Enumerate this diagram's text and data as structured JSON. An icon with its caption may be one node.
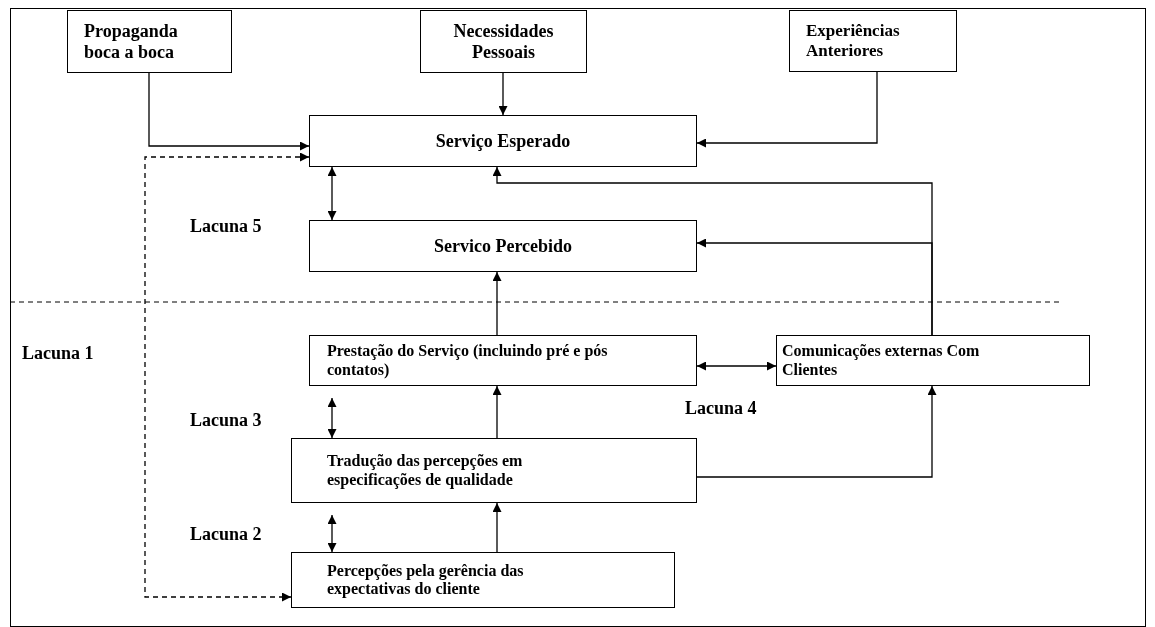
{
  "diagram": {
    "nodes": [
      {
        "text": [
          "Propaganda boca a boca"
        ]
      },
      {
        "text": [
          "Necessidades Pessoais"
        ]
      },
      {
        "text": [
          "Experiências Anteriores"
        ]
      },
      {
        "text": [
          "Serviço Esperado"
        ]
      },
      {
        "text": [
          "Servico Percebido"
        ]
      },
      {
        "text": [
          "Prestação do Serviço (incluindo pré e pós contatos)"
        ]
      },
      {
        "text": [
          "Comunicações externas Com Clientes"
        ]
      },
      {
        "text": [
          "Tradução das percepções em especificações de qualidade"
        ]
      },
      {
        "text": [
          "Percepções pela gerência das expectativas do cliente"
        ]
      }
    ],
    "edges": [
      {
        "from": 0,
        "to": 3,
        "arrow": "to"
      },
      {
        "from": 1,
        "to": 3,
        "arrow": "to"
      },
      {
        "from": 2,
        "to": 3,
        "arrow": "to"
      },
      {
        "from": 6,
        "to": 3,
        "arrow": "to"
      },
      {
        "from": 6,
        "to": 4,
        "arrow": "to"
      },
      {
        "from": 3,
        "to": 4,
        "arrow": "both"
      },
      {
        "from": 5,
        "to": 4,
        "arrow": "to"
      },
      {
        "from": 5,
        "to": 6,
        "arrow": "both"
      },
      {
        "from": 7,
        "to": 5,
        "arrow": "both"
      },
      {
        "from": 7,
        "to": 5,
        "arrow": "to"
      },
      {
        "from": 7,
        "to": 6,
        "arrow": "to"
      },
      {
        "from": 8,
        "to": 7,
        "arrow": "both"
      },
      {
        "from": 8,
        "to": 7,
        "arrow": "to"
      },
      {
        "from": 3,
        "to": 8,
        "arrow": "both",
        "style": "dashed"
      }
    ],
    "labels": [
      "Lacuna 5",
      "Lacuna 1",
      "Lacuna 3",
      "Lacuna 4",
      "Lacuna 2"
    ]
  }
}
